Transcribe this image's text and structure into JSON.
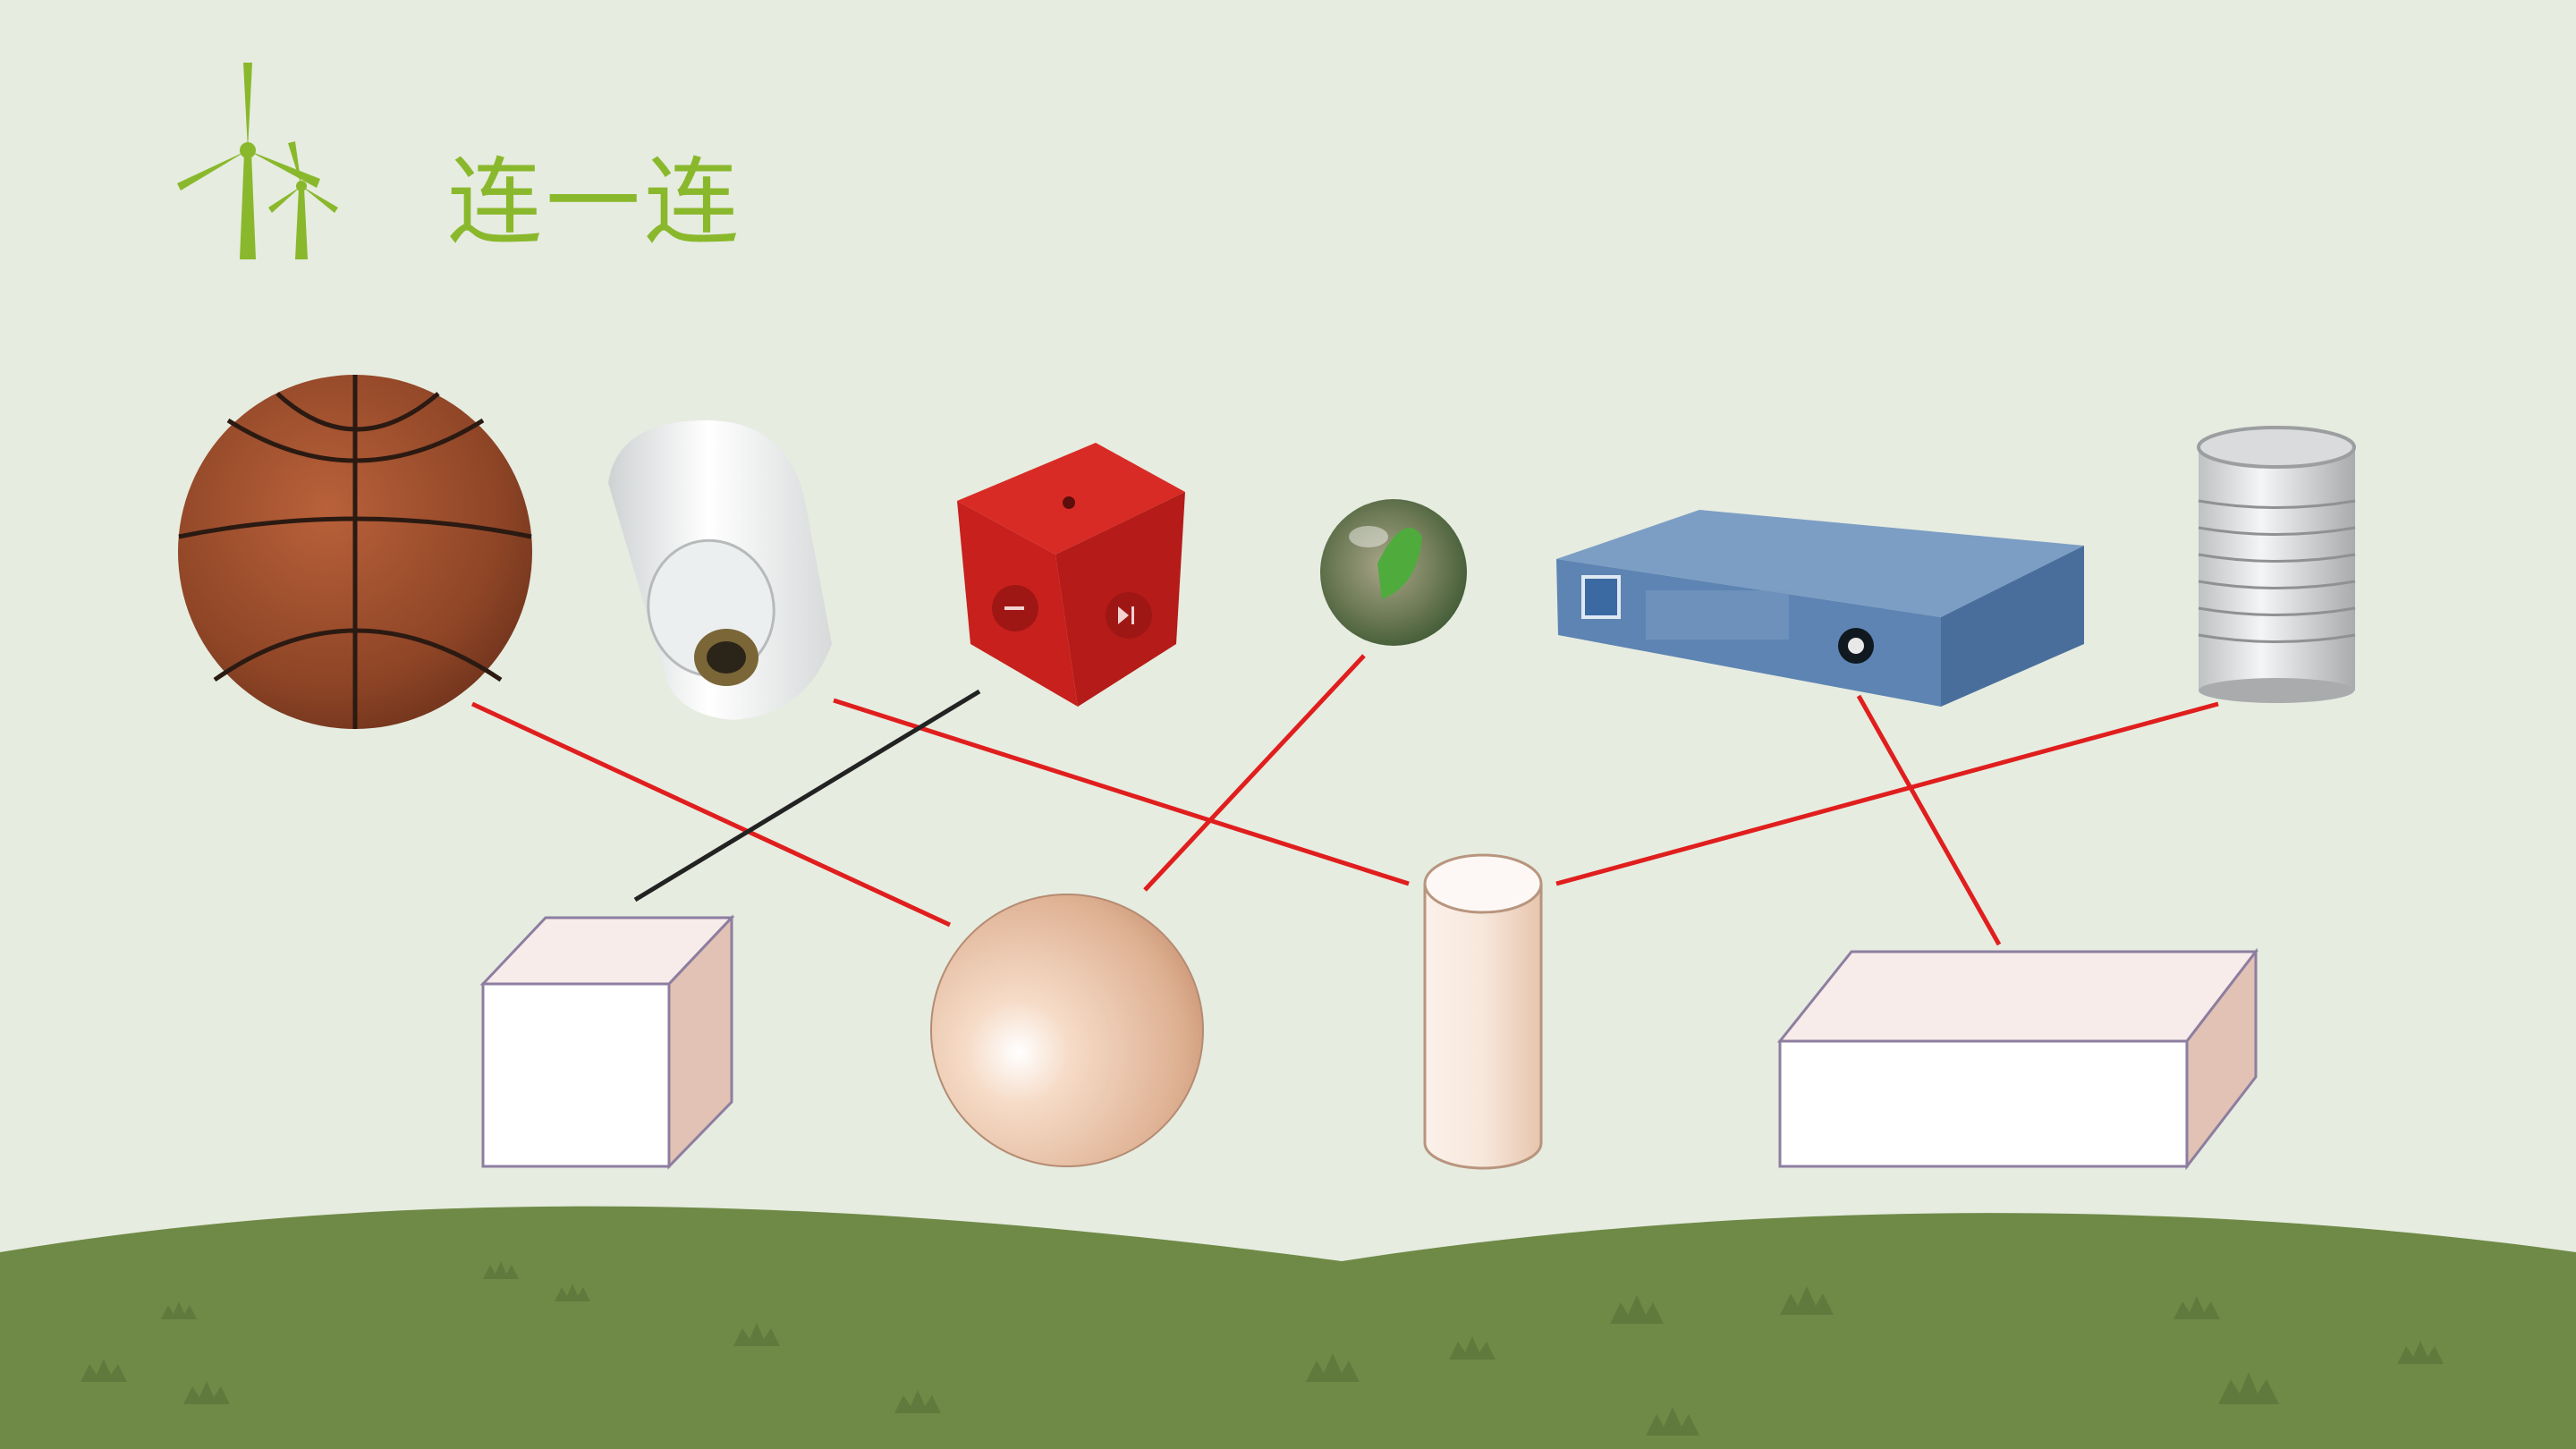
{
  "slide": {
    "title": "连一连",
    "title_color": "#8ab82c",
    "background_color": "#e6ece0",
    "ground_color": "#6f8a47"
  },
  "icons": {
    "logo": "wind-turbine-icon"
  },
  "objects": [
    {
      "name": "basketball",
      "shape": "sphere"
    },
    {
      "name": "paper-roll",
      "shape": "cylinder"
    },
    {
      "name": "red-cube-speaker",
      "shape": "cube"
    },
    {
      "name": "glass-marble",
      "shape": "sphere"
    },
    {
      "name": "blue-box",
      "shape": "cuboid"
    },
    {
      "name": "tin-can",
      "shape": "cylinder"
    }
  ],
  "shapes": [
    "cube",
    "sphere",
    "cylinder",
    "cuboid"
  ],
  "connections": [
    {
      "from": "basketball",
      "to": "sphere",
      "color": "#e01e1e"
    },
    {
      "from": "paper-roll",
      "to": "cylinder",
      "color": "#e01e1e"
    },
    {
      "from": "red-cube-speaker",
      "to": "cube",
      "color": "#222222"
    },
    {
      "from": "glass-marble",
      "to": "sphere",
      "color": "#e01e1e"
    },
    {
      "from": "blue-box",
      "to": "cuboid",
      "color": "#e01e1e"
    },
    {
      "from": "tin-can",
      "to": "cylinder",
      "color": "#e01e1e"
    }
  ]
}
